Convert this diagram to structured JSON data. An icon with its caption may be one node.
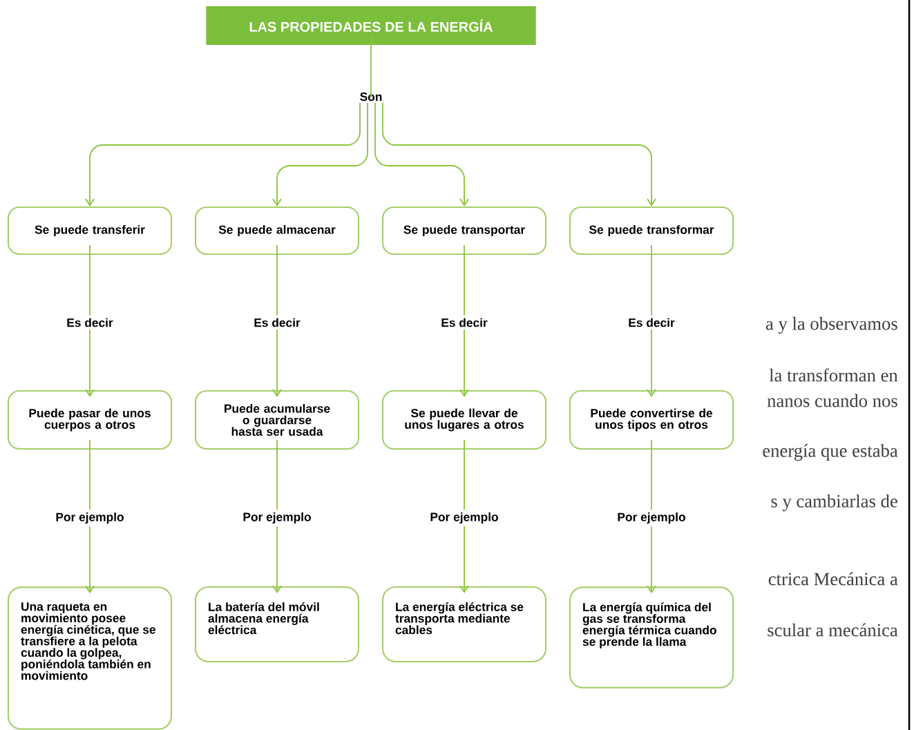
{
  "diagram": {
    "nodes": [
      {
        "text": [
          "LAS PROPIEDADES DE LA ENERGÍA"
        ]
      },
      {
        "text": [
          "Son"
        ]
      },
      {
        "text": [
          "Se puede transferir"
        ]
      },
      {
        "text": [
          "Se puede almacenar"
        ]
      },
      {
        "text": [
          "Se puede transportar"
        ]
      },
      {
        "text": [
          "Se puede transformar"
        ]
      },
      {
        "text": [
          "Puede pasar de unos cuerpos a otros"
        ]
      },
      {
        "text": [
          "Puede acumularse o guardarse hasta ser usada"
        ]
      },
      {
        "text": [
          "Se puede llevar de unos lugares a otros"
        ]
      },
      {
        "text": [
          "Puede convertirse de unos tipos en otros"
        ]
      },
      {
        "text": [
          "Una raqueta en movimiento posee energía cinética, que se transfiere a la pelota cuando la golpea, poniéndola también en movimiento"
        ]
      },
      {
        "text": [
          "La batería del móvil almacena energía eléctrica"
        ]
      },
      {
        "text": [
          "La energía eléctrica se transporta mediante cables"
        ]
      },
      {
        "text": [
          "La energía química del gas se transforma energía térmica cuando se prende la llama"
        ]
      }
    ],
    "edges": [
      {
        "from": 0,
        "to": 1,
        "arrow": "none"
      },
      {
        "from": 1,
        "to": 2,
        "arrow": "to"
      },
      {
        "from": 1,
        "to": 3,
        "arrow": "to"
      },
      {
        "from": 1,
        "to": 4,
        "arrow": "to"
      },
      {
        "from": 1,
        "to": 5,
        "arrow": "to"
      },
      {
        "from": 2,
        "to": 6,
        "arrow": "to",
        "label": "Es decir"
      },
      {
        "from": 3,
        "to": 7,
        "arrow": "to",
        "label": "Es decir"
      },
      {
        "from": 4,
        "to": 8,
        "arrow": "to",
        "label": "Es decir"
      },
      {
        "from": 5,
        "to": 9,
        "arrow": "to",
        "label": "Es decir"
      },
      {
        "from": 6,
        "to": 10,
        "arrow": "to",
        "label": "Por ejemplo"
      },
      {
        "from": 7,
        "to": 11,
        "arrow": "to",
        "label": "Por ejemplo"
      },
      {
        "from": 8,
        "to": 12,
        "arrow": "to",
        "label": "Por ejemplo"
      },
      {
        "from": 9,
        "to": 13,
        "arrow": "to",
        "label": "Por ejemplo"
      }
    ],
    "labels": [
      "a y la observamos",
      "la transforman en",
      "nanos cuando nos",
      "energía que estaba",
      "s y cambiarlas de",
      "ctrica Mecánica a",
      "scular a mecánica"
    ]
  }
}
